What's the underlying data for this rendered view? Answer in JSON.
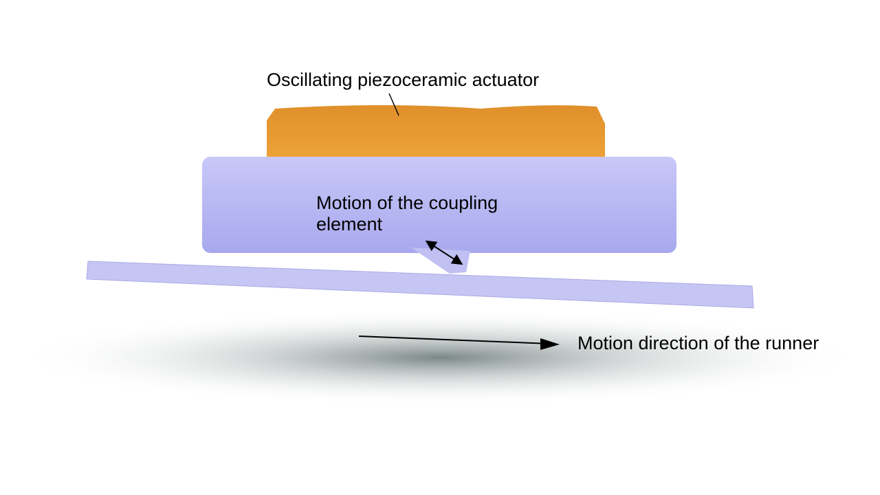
{
  "labels": {
    "actuator": "Oscillating piezoceramic actuator",
    "coupling": "Motion of the coupling element",
    "runner": "Motion direction of the runner"
  },
  "colors": {
    "actuator": "#e8962e",
    "stator": "#b8b8f4",
    "runner": "#c4c4f4",
    "shadow": "#5a6a6a"
  }
}
